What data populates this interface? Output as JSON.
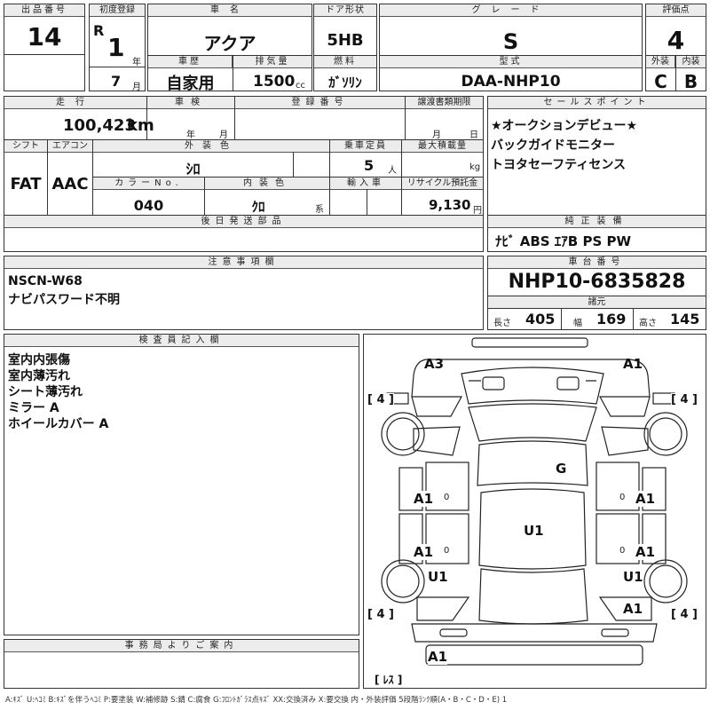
{
  "header": {
    "lot_label": "出品番号",
    "lot_value": "14",
    "first_reg_label": "初度登録",
    "era_mark": "R",
    "year_value": "1",
    "year_unit": "年",
    "month_value": "7",
    "month_unit": "月",
    "name_label": "車名",
    "name_value": "アクア",
    "history_label": "車歴",
    "history_value": "自家用",
    "displacement_label": "排気量",
    "displacement_value": "1500",
    "displacement_unit": "cc",
    "door_label": "ドア形状",
    "door_value": "5HB",
    "fuel_label": "燃料",
    "fuel_value": "ｶﾞｿﾘﾝ",
    "grade_label": "グレード",
    "grade_value": "S",
    "model_label": "型式",
    "model_value": "DAA-NHP10",
    "score_label": "評価点",
    "score_value": "4",
    "exterior_label": "外装",
    "exterior_value": "C",
    "interior_label": "内装",
    "interior_value": "B"
  },
  "details": {
    "mileage_label": "走行",
    "mileage_value": "100,423",
    "mileage_unit": "km",
    "inspection_label": "車検",
    "inspection_year_unit": "年",
    "inspection_month_unit": "月",
    "regno_label": "登録番号",
    "transfer_label": "譲渡書類期限",
    "transfer_month_unit": "月",
    "transfer_day_unit": "日",
    "shift_label": "シフト",
    "shift_value": "FAT",
    "ac_label": "エアコン",
    "ac_value": "AAC",
    "ext_color_label": "外装色",
    "ext_color_value": "ｼﾛ",
    "capacity_label": "乗車定員",
    "capacity_value": "5",
    "capacity_unit": "人",
    "load_label": "最大積載量",
    "load_unit": "kg",
    "color_no_label": "カラーNo.",
    "color_no_value": "040",
    "int_color_label": "内装色",
    "int_color_value": "ｸﾛ",
    "int_color_unit": "系",
    "import_label": "輸入車",
    "recycle_label": "リサイクル預託金",
    "recycle_value": "9,130",
    "recycle_unit": "円",
    "later_parts_label": "後日発送部品"
  },
  "sales_points": {
    "label": "セールスポイント",
    "items": [
      "★オークションデビュー★",
      "バックガイドモニター",
      "トヨタセーフティセンス"
    ]
  },
  "equipment": {
    "label": "純正装備",
    "value": "ﾅﾋﾞ ABS ｴｱB PS PW"
  },
  "notes": {
    "label": "注意事項欄",
    "lines": [
      "NSCN-W68",
      "ナビパスワード不明"
    ]
  },
  "chassis": {
    "label": "車台番号",
    "value": "NHP10-6835828",
    "specs_label": "諸元",
    "length_label": "長さ",
    "length_value": "405",
    "width_label": "幅",
    "width_value": "169",
    "height_label": "高さ",
    "height_value": "145"
  },
  "inspector": {
    "label": "検査員記入欄",
    "lines": [
      "室内内張傷",
      "室内薄汚れ",
      "シート薄汚れ",
      "ミラー A",
      "ホイールカバー A"
    ]
  },
  "office": {
    "label": "事務局よりご案内"
  },
  "diagram": {
    "marks": {
      "a3_front_left": "A3",
      "a1_front_right": "A1",
      "tire_fl": "[ 4 ]",
      "tire_fr": "[ 4 ]",
      "tire_rl": "[ 4 ]",
      "tire_rr": "[ 4 ]",
      "glass": "G",
      "a1_left_front_door": "A1",
      "a1_right_front_door": "A1",
      "a1_left_rear_door": "A1",
      "a1_right_rear_door": "A1",
      "u1_roof": "U1",
      "u1_left_rear": "U1",
      "u1_right_rear": "U1",
      "a1_right_rear_quarter": "A1",
      "a1_rear_bumper": "A1",
      "flag_left": "0",
      "flag_right": "0",
      "flag_left2": "0",
      "flag_right2": "0",
      "scratch_note": "[ ﾚｽ ]"
    }
  },
  "legend": "A:ｷｽﾞ U:ﾍｺﾐ B:ｷｽﾞを伴うﾍｺﾐ P:要塗装 W:補修跡 S:錆 C:腐食 G:ﾌﾛﾝﾄｶﾞﾗｽ点ｷｽﾞ XX:交換済み X:要交換 内・外装評価 5段階ﾗﾝｸ順(A・B・C・D・E) 1"
}
